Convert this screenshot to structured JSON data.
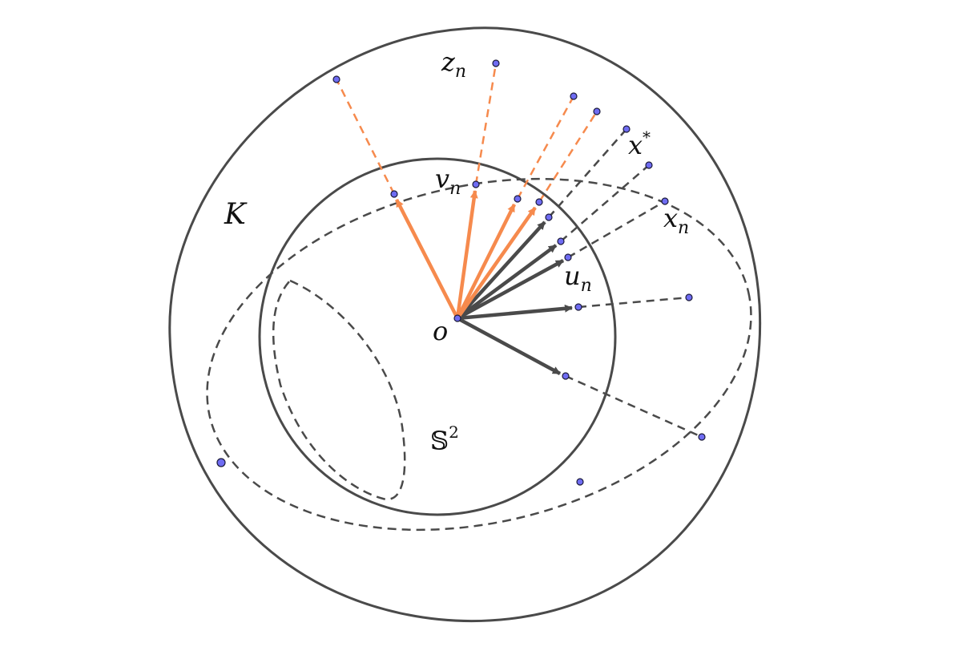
{
  "figure": {
    "labels": {
      "body": "K",
      "sphere": "𝕊",
      "sphere_exp": "2",
      "origin": "o",
      "x_star_base": "x",
      "x_star_sup": "*",
      "x_n_base": "x",
      "x_n_sub": "n",
      "u_n_base": "u",
      "u_n_sub": "n",
      "v_n_base": "v",
      "v_n_sub": "n",
      "z_n_base": "z",
      "z_n_sub": "n"
    },
    "colors": {
      "stroke": "#4a4a4a",
      "orange": "#f68a4d",
      "point_fill": "#6f6cf2",
      "point_stroke": "#1a1a3a",
      "text": "#111111"
    }
  }
}
